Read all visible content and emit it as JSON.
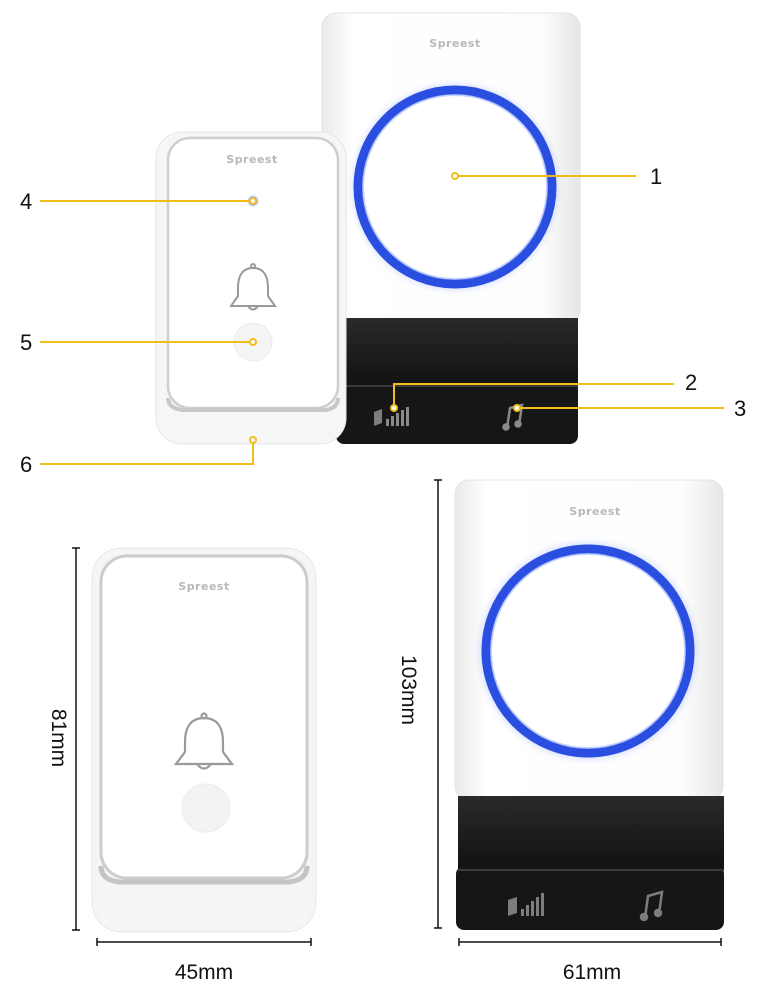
{
  "brand": "Spreest",
  "callouts": {
    "c1": "1",
    "c2": "2",
    "c3": "3",
    "c4": "4",
    "c5": "5",
    "c6": "6"
  },
  "dimensions": {
    "transmitter_height": "81mm",
    "transmitter_width": "45mm",
    "receiver_height": "103mm",
    "receiver_width": "61mm"
  },
  "colors": {
    "callout_line": "#f2bd1c",
    "ring_blue": "#2a4fe0",
    "body_white": "#fbfbfb",
    "base_black": "#1b1b1b"
  },
  "icons": {
    "bell": "bell-icon",
    "volume": "volume-icon",
    "melody": "music-note-icon"
  }
}
